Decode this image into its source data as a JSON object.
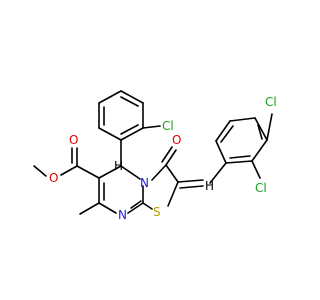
{
  "colors": {
    "bond": "#000000",
    "chlorine": "#1c9e1c",
    "oxygen": "#e00000",
    "nitrogen": "#1a1ae6",
    "sulfur": "#b8a000"
  },
  "atoms": {
    "cl_top": "Cl",
    "cl_right_top": "Cl",
    "cl_right_bottom": "Cl",
    "o_ring_carbonyl": "O",
    "o_ester_carbonyl": "O",
    "o_ester_ether": "O",
    "n_ring": "N",
    "n_ring_bottom": "N",
    "s_ring": "S",
    "h_alkene": "H",
    "h_ch": "H"
  }
}
